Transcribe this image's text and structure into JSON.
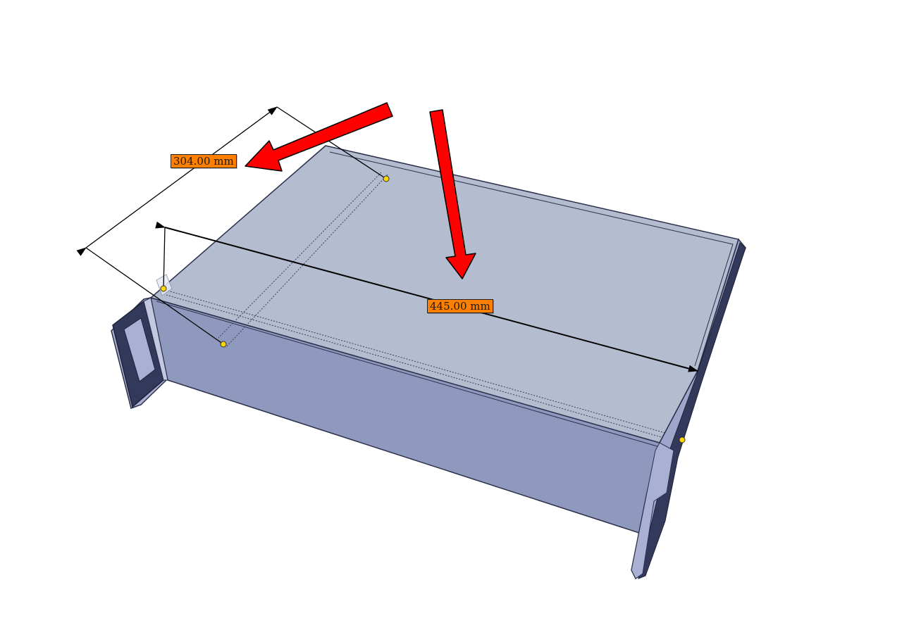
{
  "dimensions": {
    "width": {
      "value_text": "304.00 mm",
      "value": 304.0,
      "unit": "mm"
    },
    "depth": {
      "value_text": "445.00 mm",
      "value": 445.0,
      "unit": "mm"
    }
  },
  "colors": {
    "top_face": "#b4bccf",
    "side_face": "#8f98bd",
    "edge": "#2a2f4a",
    "ear_face": "#9fa6cc",
    "ear_dark": "#33395a",
    "dimension_label_bg": "#ff8000",
    "dimension_line": "#000000",
    "annotation_arrow": "#ff0000",
    "anchor_point": "#ffd800"
  },
  "icons": {
    "annotation": "red-callout-arrow-icon",
    "anchor": "yellow-snap-point-icon"
  }
}
